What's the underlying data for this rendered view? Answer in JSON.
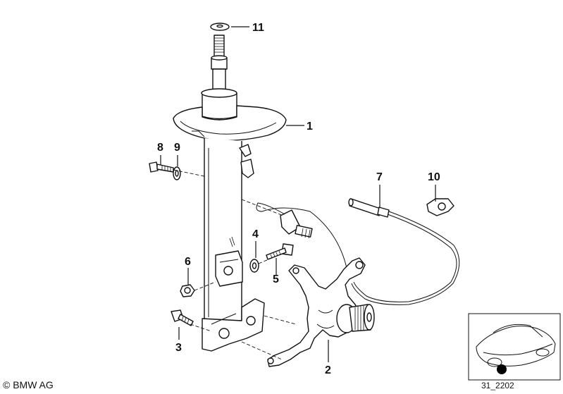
{
  "callouts": [
    {
      "id": "1",
      "text": "1"
    },
    {
      "id": "2",
      "text": "2"
    },
    {
      "id": "3",
      "text": "3"
    },
    {
      "id": "4",
      "text": "4"
    },
    {
      "id": "5",
      "text": "5"
    },
    {
      "id": "6",
      "text": "6"
    },
    {
      "id": "7",
      "text": "7"
    },
    {
      "id": "8",
      "text": "8"
    },
    {
      "id": "9",
      "text": "9"
    },
    {
      "id": "10",
      "text": "10"
    },
    {
      "id": "11",
      "text": "11"
    }
  ],
  "footer": {
    "copyright": "© BMW AG",
    "diagram_code": "31_2202"
  }
}
